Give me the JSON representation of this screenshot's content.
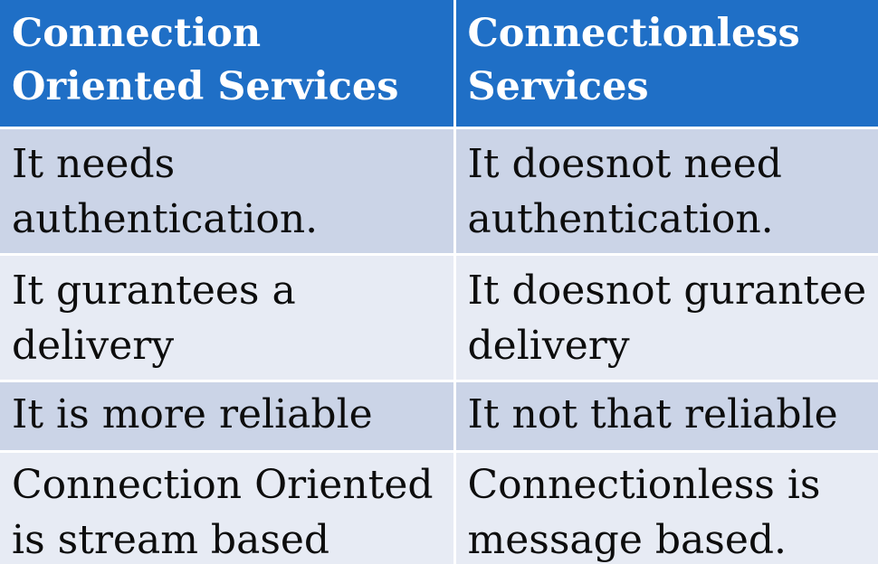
{
  "table": {
    "headers": [
      [
        "Connection",
        "Oriented Services"
      ],
      [
        "Connectionless",
        "Services"
      ]
    ],
    "rows": [
      {
        "connection_oriented": [
          "It needs",
          "authentication."
        ],
        "connectionless": [
          "It doesnot need",
          "authentication."
        ]
      },
      {
        "connection_oriented": [
          "It gurantees a",
          "delivery"
        ],
        "connectionless": [
          "It doesnot gurantee a",
          "delivery"
        ]
      },
      {
        "connection_oriented": [
          "It is more reliable"
        ],
        "connectionless": [
          "It not that reliable"
        ]
      },
      {
        "connection_oriented": [
          "Connection Oriented",
          "is stream based"
        ],
        "connectionless": [
          "Connectionless is",
          "message based."
        ]
      }
    ]
  },
  "colors": {
    "header_bg": "#1f6fc6",
    "row_odd_bg": "#cbd4e7",
    "row_even_bg": "#e7ebf4",
    "header_text": "#ffffff",
    "body_text": "#0d0d0d"
  }
}
